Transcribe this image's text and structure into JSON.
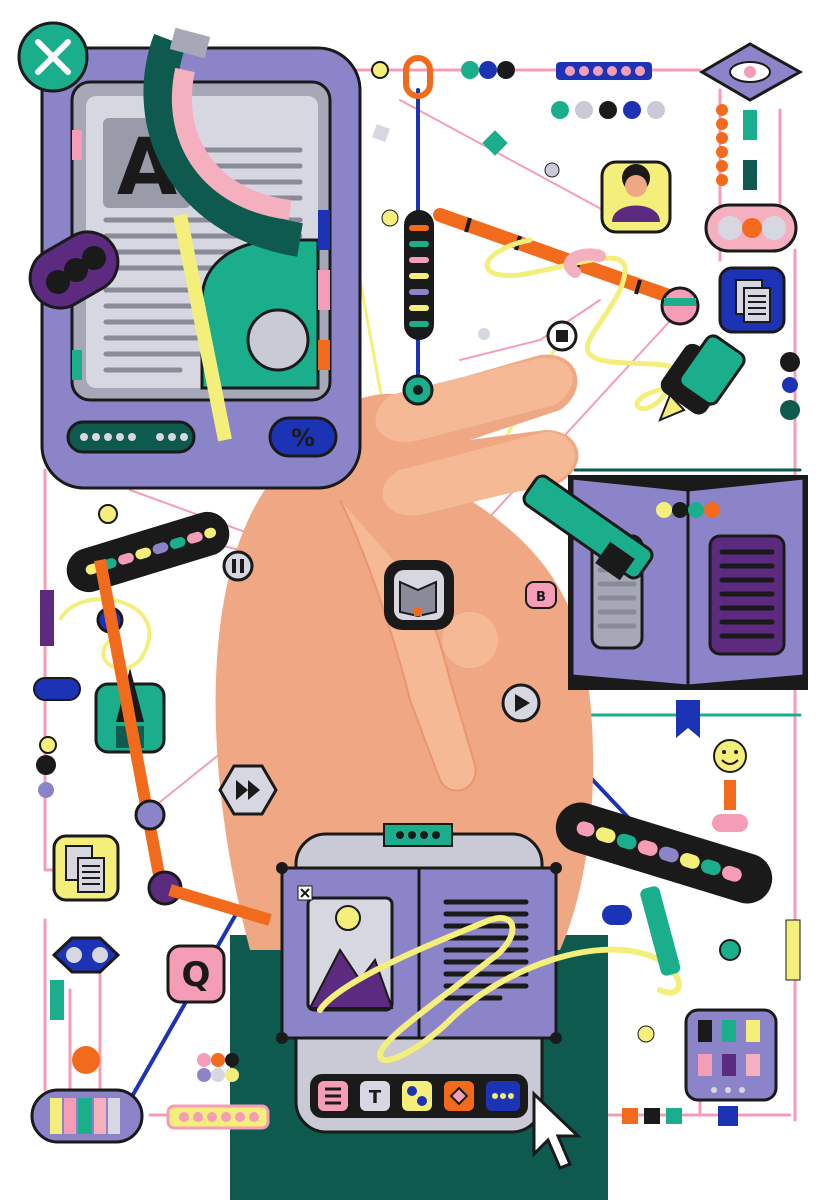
{
  "illustration": {
    "reader_letter": "A",
    "percent_symbol": "%",
    "button_b_label": "B",
    "button_q_label": "Q",
    "toolbar_t_label": "T",
    "colors": {
      "lavender": "#8c84c8",
      "lavender_dark": "#7a71b8",
      "screen_gray": "#c9cad6",
      "skin": "#f0a784",
      "skin_light": "#f5b995",
      "teal": "#1aae8c",
      "dark_green": "#0e5a4e",
      "orange": "#f26a1b",
      "pink": "#f59db6",
      "yellow": "#f3ef7a",
      "blue": "#1d33b6",
      "purple": "#5c2a7e",
      "black": "#1a1a1a"
    }
  }
}
